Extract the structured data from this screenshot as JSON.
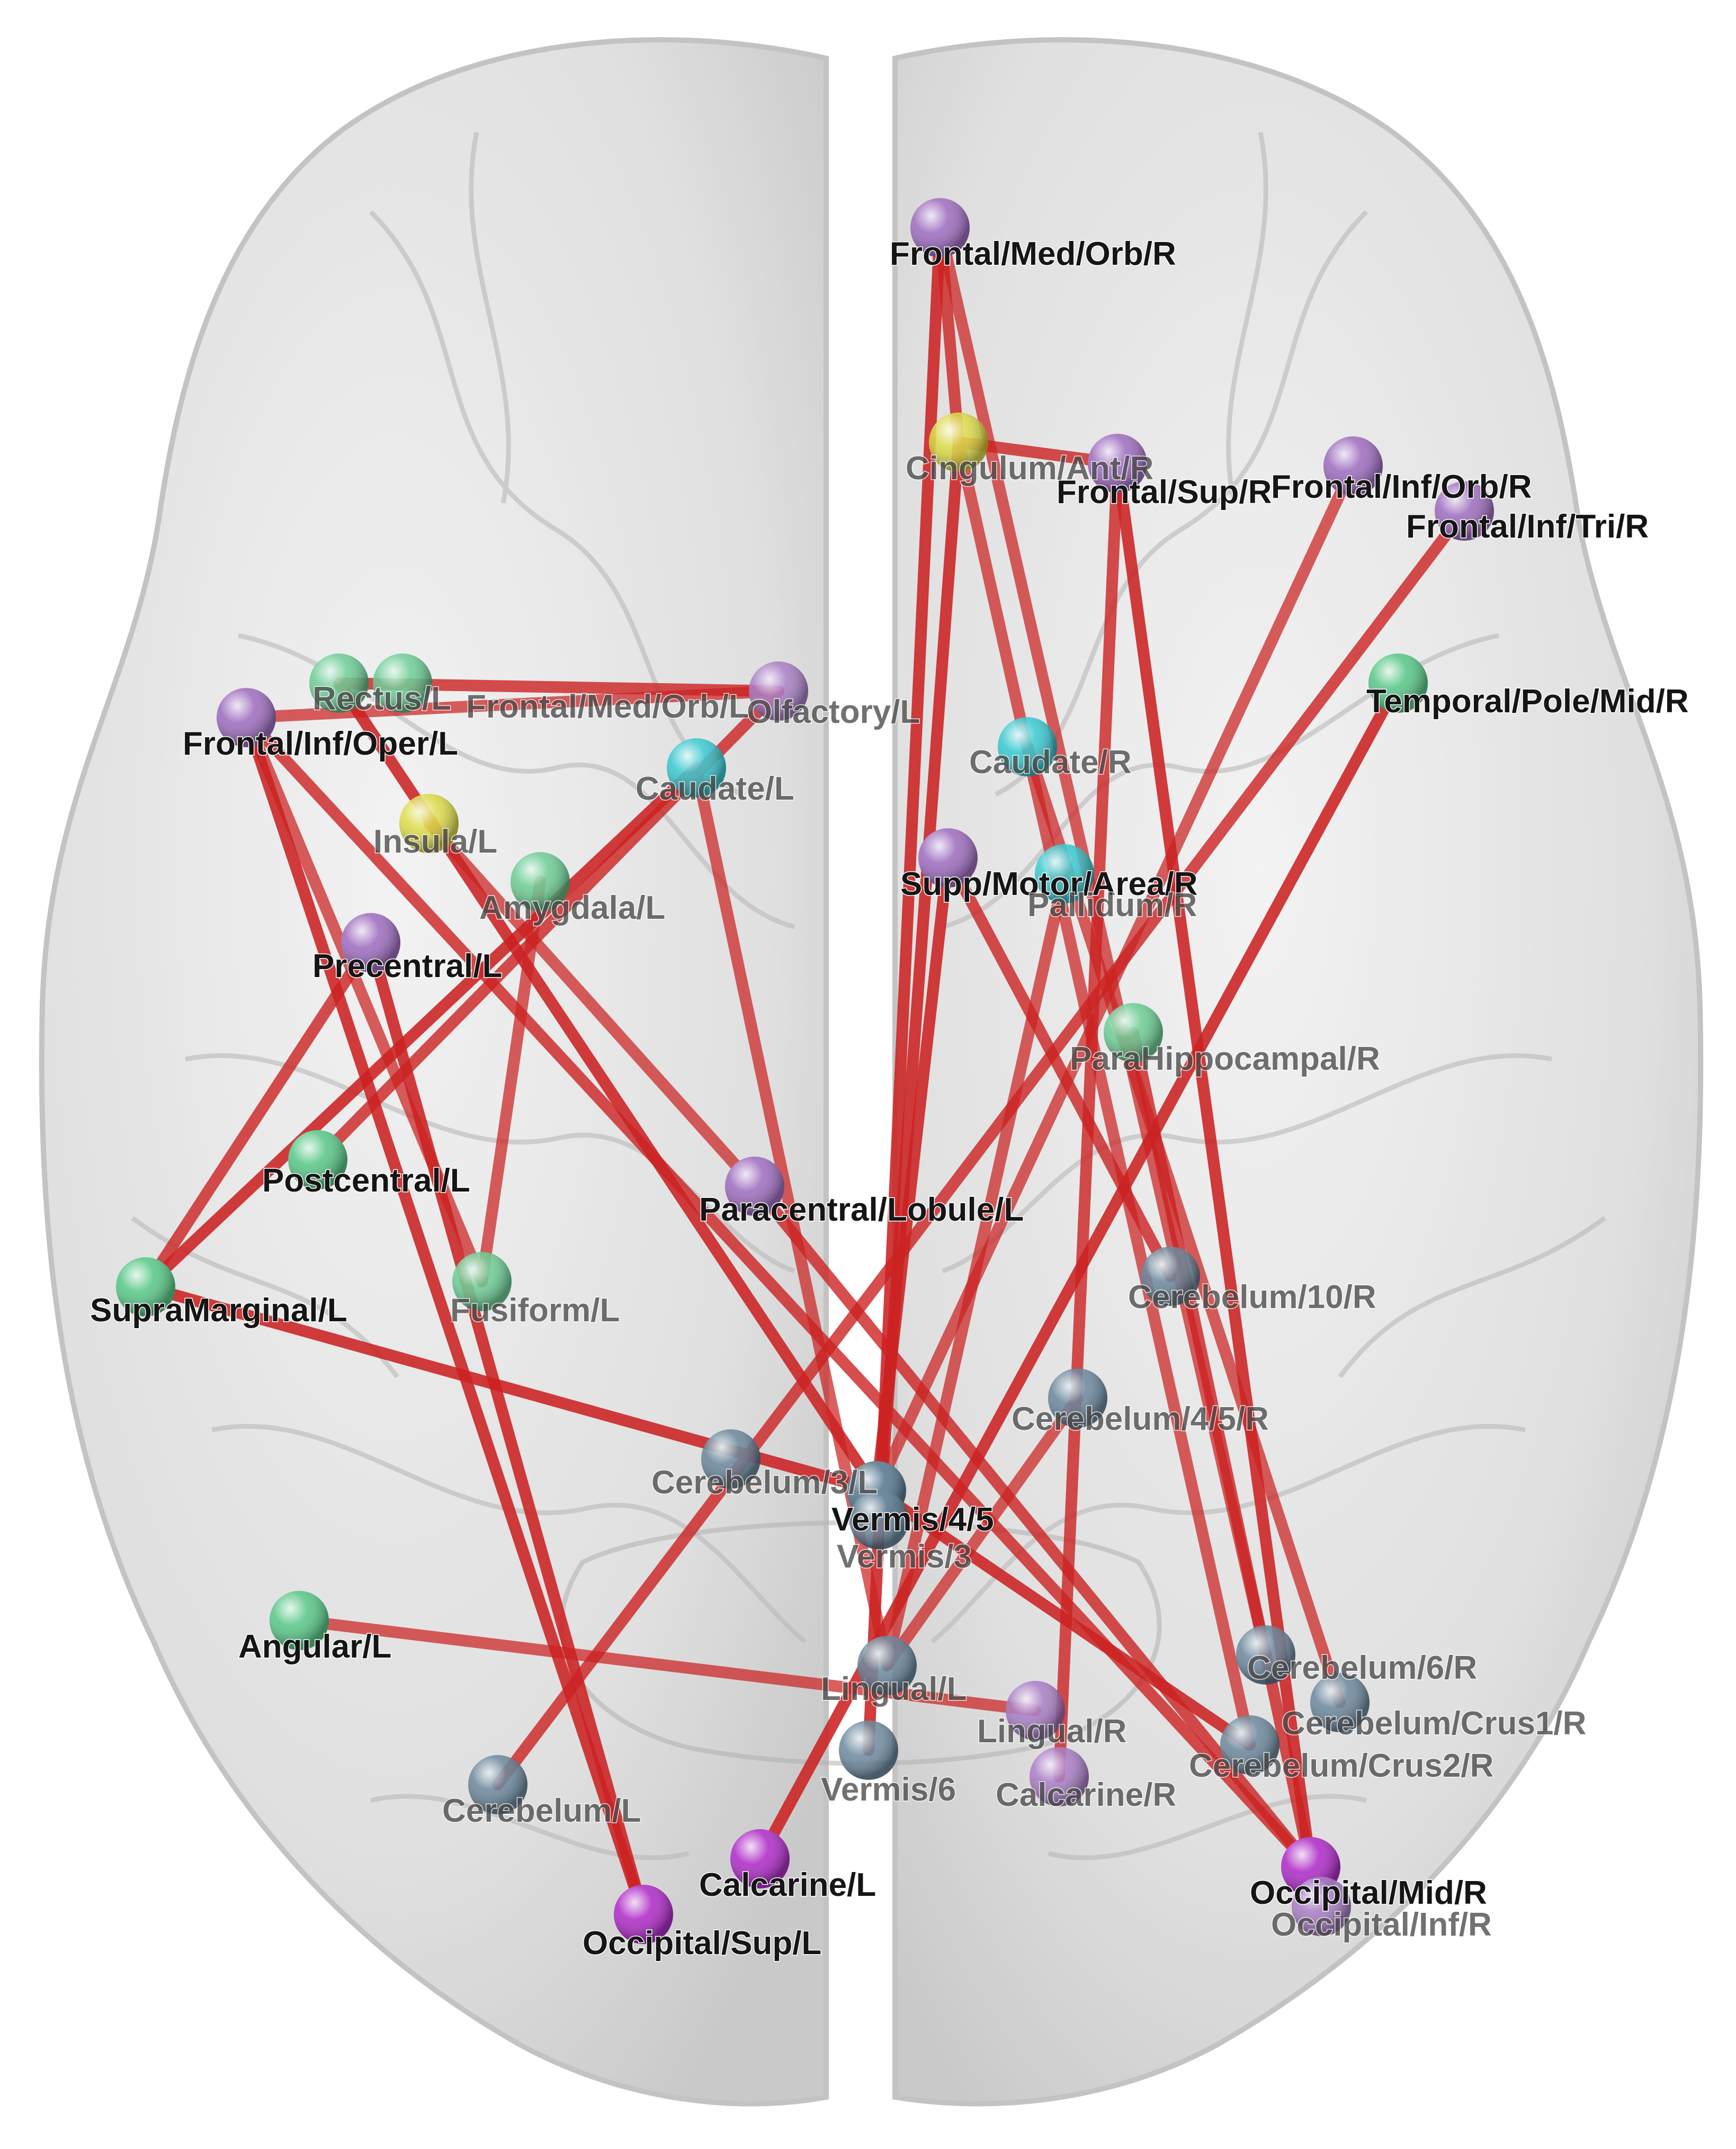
{
  "colors": {
    "frontal": "#a070c0",
    "occipital": "#b030c8",
    "limbic_green": "#5cc88a",
    "cyan": "#22c4cc",
    "yellow": "#d8d832",
    "cerebellum": "#5a7a92",
    "edge": "#cc2222"
  },
  "nodes": [
    {
      "id": "frontal_med_orb_r",
      "label": "Frontal/Med/Orb/R",
      "color": "frontal"
    },
    {
      "id": "cingulum_ant_r",
      "label": "Cingulum/Ant/R",
      "color": "yellow"
    },
    {
      "id": "frontal_sup_r",
      "label": "Frontal/Sup/R",
      "color": "frontal"
    },
    {
      "id": "frontal_inf_orb_r",
      "label": "Frontal/Inf/Orb/R",
      "color": "frontal"
    },
    {
      "id": "frontal_inf_tri_r",
      "label": "Frontal/Inf/Tri/R",
      "color": "frontal"
    },
    {
      "id": "temporal_pole_mid_r",
      "label": "Temporal/Pole/Mid/R",
      "color": "limbic_green"
    },
    {
      "id": "caudate_r",
      "label": "Caudate/R",
      "color": "cyan"
    },
    {
      "id": "supp_motor_area_r",
      "label": "Supp/Motor/Area/R",
      "color": "frontal"
    },
    {
      "id": "pallidum_r",
      "label": "Pallidum/R",
      "color": "cyan"
    },
    {
      "id": "parahippocampal_r",
      "label": "ParaHippocampal/R",
      "color": "limbic_green"
    },
    {
      "id": "cerebelum_10_r",
      "label": "Cerebelum/10/R",
      "color": "cerebellum"
    },
    {
      "id": "cerebelum_45_r",
      "label": "Cerebelum/4/5/R",
      "color": "cerebellum"
    },
    {
      "id": "frontal_inf_oper_l",
      "label": "Frontal/Inf/Oper/L",
      "color": "frontal"
    },
    {
      "id": "rectus_l",
      "label": "Rectus/L",
      "color": "limbic_green"
    },
    {
      "id": "olfactory_l",
      "label": "Olfactory/L",
      "color": "limbic_green"
    },
    {
      "id": "frontal_med_orb_l",
      "label": "Frontal/Med/Orb/L",
      "color": "frontal"
    },
    {
      "id": "caudate_l",
      "label": "Caudate/L",
      "color": "cyan"
    },
    {
      "id": "insula_l",
      "label": "Insula/L",
      "color": "yellow"
    },
    {
      "id": "amygdala_l",
      "label": "Amygdala/L",
      "color": "limbic_green"
    },
    {
      "id": "precentral_l",
      "label": "Precentral/L",
      "color": "frontal"
    },
    {
      "id": "postcentral_l",
      "label": "Postcentral/L",
      "color": "limbic_green"
    },
    {
      "id": "paracentral_lobule_l",
      "label": "Paracentral/Lobule/L",
      "color": "frontal"
    },
    {
      "id": "supramarginal_l",
      "label": "SupraMarginal/L",
      "color": "limbic_green"
    },
    {
      "id": "fusiform_l",
      "label": "Fusiform/L",
      "color": "limbic_green"
    },
    {
      "id": "vermis_45",
      "label": "Vermis/4/5",
      "color": "cerebellum"
    },
    {
      "id": "vermis_3",
      "label": "Vermis/3",
      "color": "cerebellum"
    },
    {
      "id": "cerebelum_3_l",
      "label": "Cerebelum/3/L",
      "color": "cerebellum"
    },
    {
      "id": "angular_l",
      "label": "Angular/L",
      "color": "limbic_green"
    },
    {
      "id": "lingual_l",
      "label": "Lingual/L",
      "color": "cerebellum"
    },
    {
      "id": "lingual_r",
      "label": "Lingual/R",
      "color": "frontal"
    },
    {
      "id": "vermis_6",
      "label": "Vermis/6",
      "color": "cerebellum"
    },
    {
      "id": "calcarine_r",
      "label": "Calcarine/R",
      "color": "frontal"
    },
    {
      "id": "cerebelum_6_r",
      "label": "Cerebelum/6/R",
      "color": "cerebellum"
    },
    {
      "id": "cerebelum_crus1_r",
      "label": "Cerebelum/Crus1/R",
      "color": "cerebellum"
    },
    {
      "id": "cerebelum_crus2_r",
      "label": "Cerebelum/Crus2/R",
      "color": "cerebellum"
    },
    {
      "id": "cerebelum_l",
      "label": "Cerebelum/L",
      "color": "cerebellum"
    },
    {
      "id": "calcarine_l",
      "label": "Calcarine/L",
      "color": "occipital"
    },
    {
      "id": "occipital_sup_l",
      "label": "Occipital/Sup/L",
      "color": "occipital"
    },
    {
      "id": "occipital_mid_r",
      "label": "Occipital/Mid/R",
      "color": "occipital"
    },
    {
      "id": "occipital_inf_r",
      "label": "Occipital/Inf/R",
      "color": "frontal"
    }
  ],
  "edges": [
    [
      "frontal_inf_oper_l",
      "frontal_med_orb_l"
    ],
    [
      "rectus_l",
      "frontal_med_orb_l"
    ],
    [
      "frontal_inf_oper_l",
      "occipital_sup_l"
    ],
    [
      "frontal_inf_oper_l",
      "fusiform_l"
    ],
    [
      "frontal_inf_oper_l",
      "occipital_mid_r"
    ],
    [
      "rectus_l",
      "vermis_45"
    ],
    [
      "insula_l",
      "paracentral_lobule_l"
    ],
    [
      "frontal_med_orb_l",
      "postcentral_l"
    ],
    [
      "caudate_l",
      "supramarginal_l"
    ],
    [
      "caudate_l",
      "lingual_l"
    ],
    [
      "precentral_l",
      "supramarginal_l"
    ],
    [
      "precentral_l",
      "occipital_sup_l"
    ],
    [
      "amygdala_l",
      "fusiform_l"
    ],
    [
      "paracentral_lobule_l",
      "occipital_mid_r"
    ],
    [
      "supramarginal_l",
      "vermis_45"
    ],
    [
      "angular_l",
      "lingual_r"
    ],
    [
      "frontal_med_orb_r",
      "cingulum_ant_r"
    ],
    [
      "frontal_med_orb_r",
      "vermis_6"
    ],
    [
      "frontal_med_orb_r",
      "cerebelum_6_r"
    ],
    [
      "cingulum_ant_r",
      "frontal_sup_r"
    ],
    [
      "cingulum_ant_r",
      "vermis_3"
    ],
    [
      "cingulum_ant_r",
      "cerebelum_crus2_r"
    ],
    [
      "frontal_sup_r",
      "calcarine_r"
    ],
    [
      "frontal_sup_r",
      "occipital_mid_r"
    ],
    [
      "frontal_inf_orb_r",
      "vermis_45"
    ],
    [
      "frontal_inf_tri_r",
      "cerebelum_l"
    ],
    [
      "temporal_pole_mid_r",
      "calcarine_l"
    ],
    [
      "caudate_r",
      "cerebelum_crus1_r"
    ],
    [
      "supp_motor_area_r",
      "cerebelum_10_r"
    ],
    [
      "supp_motor_area_r",
      "vermis_45"
    ],
    [
      "pallidum_r",
      "lingual_l"
    ],
    [
      "parahippocampal_r",
      "occipital_mid_r"
    ],
    [
      "vermis_45",
      "cerebelum_crus2_r"
    ],
    [
      "cerebelum_45_r",
      "lingual_l"
    ]
  ]
}
